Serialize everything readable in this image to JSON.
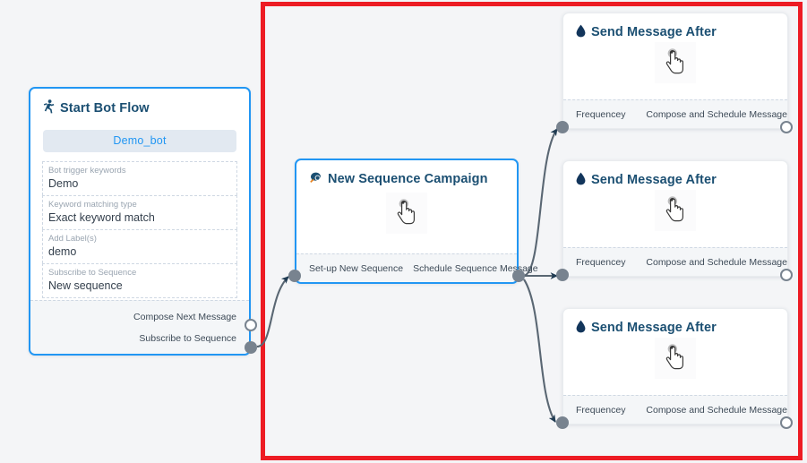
{
  "canvas": {
    "background_color": "#f4f5f7",
    "selection_frame_color": "#ed1c24"
  },
  "nodes": {
    "start_bot_flow": {
      "title": "Start Bot Flow",
      "icon": "running-person-icon",
      "bot_name": "Demo_bot",
      "fields": [
        {
          "label": "Bot trigger keywords",
          "value": "Demo"
        },
        {
          "label": "Keyword matching type",
          "value": "Exact keyword match"
        },
        {
          "label": "Add Label(s)",
          "value": "demo"
        },
        {
          "label": "Subscribe to Sequence",
          "value": "New sequence"
        }
      ],
      "ports": [
        {
          "label": "Compose Next Message",
          "state": "hollow"
        },
        {
          "label": "Subscribe to Sequence",
          "state": "filled"
        }
      ]
    },
    "new_sequence_campaign": {
      "title": "New Sequence Campaign",
      "icon": "megaphone-icon",
      "body_icon": "hand-pointer-icon",
      "ports_in": [
        {
          "label": "",
          "state": "filled"
        }
      ],
      "footer_labels": [
        "Set-up New Sequence",
        "Schedule Sequence Message"
      ],
      "ports_out": [
        {
          "label": "",
          "state": "filled"
        }
      ]
    },
    "send_message_after": [
      {
        "title": "Send Message After",
        "icon": "water-drop-icon",
        "body_icon": "hand-pointer-icon",
        "in_port_label": "Frequencey",
        "out_port_label": "Compose and Schedule Message",
        "in_port_state": "filled",
        "out_port_state": "hollow"
      },
      {
        "title": "Send Message After",
        "icon": "water-drop-icon",
        "body_icon": "hand-pointer-icon",
        "in_port_label": "Frequencey",
        "out_port_label": "Compose and Schedule Message",
        "in_port_state": "filled",
        "out_port_state": "hollow"
      },
      {
        "title": "Send Message After",
        "icon": "water-drop-icon",
        "body_icon": "hand-pointer-icon",
        "in_port_label": "Frequencey",
        "out_port_label": "Compose and Schedule Message",
        "in_port_state": "filled",
        "out_port_state": "hollow"
      }
    ]
  },
  "colors": {
    "node_border_selected": "#2196f3",
    "title_text": "#1b4f72",
    "pill_bg": "#e2e9f1",
    "pill_text": "#2196f3",
    "port": "#78838f",
    "edge": "#5a6773"
  }
}
